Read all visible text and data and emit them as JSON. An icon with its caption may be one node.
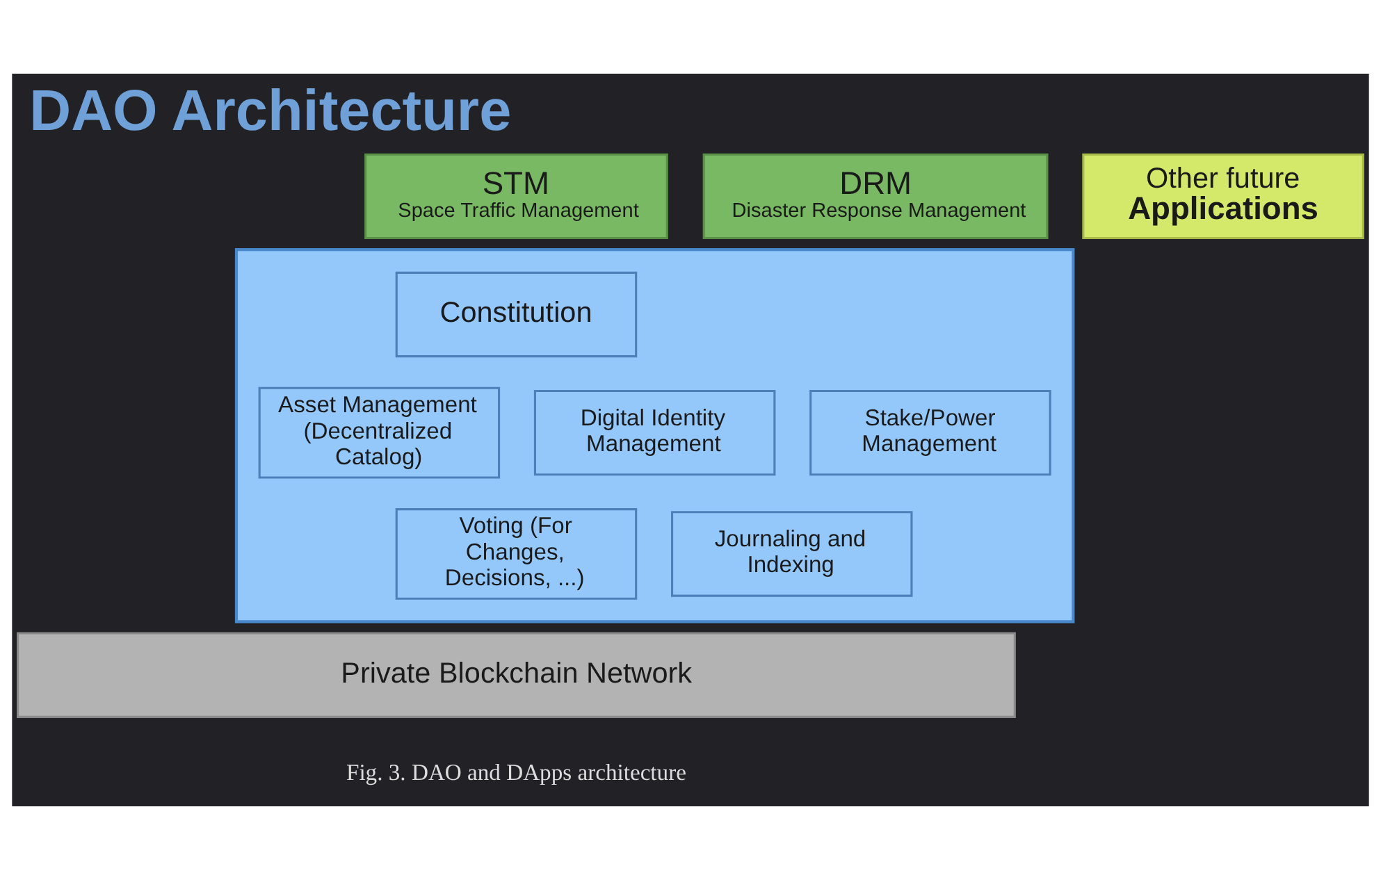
{
  "diagram": {
    "title": "DAO Architecture",
    "caption": "Fig. 3. DAO and DApps architecture",
    "nodes": [
      {
        "text": [
          "STM",
          "Space Traffic Management"
        ]
      },
      {
        "text": [
          "DRM",
          "Disaster Response Management"
        ]
      },
      {
        "text": [
          "Other future",
          "Applications"
        ]
      },
      {
        "text": [],
        "shape": "box"
      },
      {
        "text": [
          "Constitution"
        ],
        "in": 3
      },
      {
        "text": [
          "Asset Management (Decentralized Catalog)"
        ],
        "in": 3
      },
      {
        "text": [
          "Digital Identity Management"
        ],
        "in": 3
      },
      {
        "text": [
          "Stake/Power Management"
        ],
        "in": 3
      },
      {
        "text": [
          "Voting (For Changes, Decisions, ...)"
        ],
        "in": 3
      },
      {
        "text": [
          "Journaling and Indexing"
        ],
        "in": 3
      },
      {
        "text": [
          "Private Blockchain Network"
        ]
      }
    ]
  }
}
